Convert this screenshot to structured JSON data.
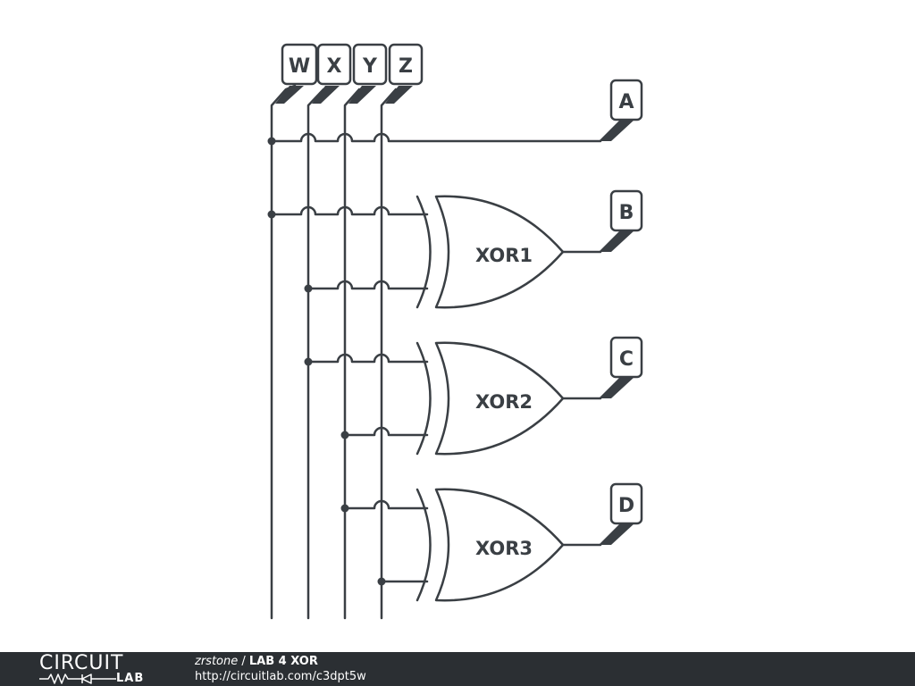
{
  "inputs": [
    "W",
    "X",
    "Y",
    "Z"
  ],
  "outputs": [
    "A",
    "B",
    "C",
    "D"
  ],
  "gates": [
    "XOR1",
    "XOR2",
    "XOR3"
  ],
  "footer": {
    "logo_top": "CIRCUIT",
    "logo_bottom": "LAB",
    "author": "zrstone",
    "separator": " / ",
    "title": "LAB 4 XOR",
    "url": "http://circuitlab.com/c3dpt5w"
  },
  "colors": {
    "ink": "#3a3f44",
    "footer_bg": "#2b2f33",
    "background": "#ffffff"
  }
}
